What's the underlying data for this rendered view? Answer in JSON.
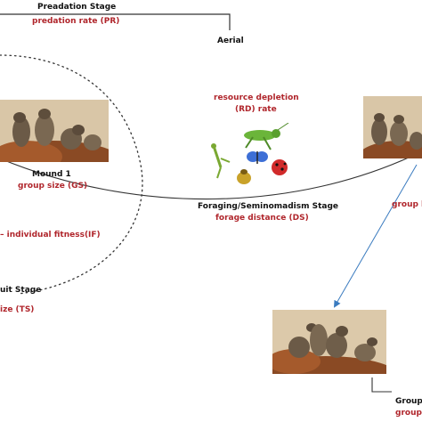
{
  "predation": {
    "title": "Preadation Stage",
    "metric": "predation rate (PR)",
    "aerial": "Aerial"
  },
  "mound1": {
    "title": "Mound 1",
    "metric": "group size (GS)"
  },
  "fitness": {
    "label": "– individual fitness(IF)"
  },
  "recruit": {
    "title": "uit Stage",
    "metric": "ize (TS)"
  },
  "resource": {
    "line1": "resource depletion",
    "line2": "(RD) rate"
  },
  "foraging": {
    "title": "Foraging/Seminomadism Stage",
    "metric": "forage distance (DS)"
  },
  "right_group": {
    "metric": "group l"
  },
  "bottom_group": {
    "title": "Group",
    "metric": "group"
  },
  "colors": {
    "accent_red": "#b0262c",
    "arrow_blue": "#3a7bbf",
    "line": "#333333"
  }
}
